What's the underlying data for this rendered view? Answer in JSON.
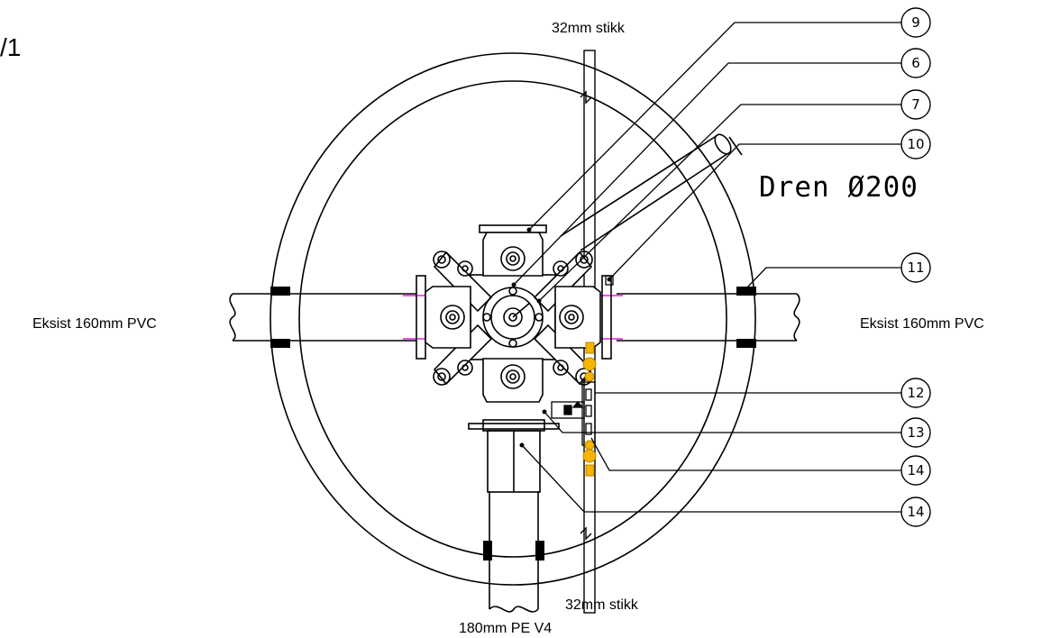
{
  "sheet_label": "/1",
  "labels": {
    "top_stub": "32mm stikk",
    "bottom_stub": "32mm stikk",
    "left_pipe": "Eksist 160mm PVC",
    "right_pipe": "Eksist 160mm PVC",
    "bottom_pipe": "180mm PE V4",
    "drain": "Dren Ø200"
  },
  "callouts": [
    "9",
    "6",
    "7",
    "10",
    "11",
    "12",
    "13",
    "14",
    "14"
  ],
  "colors": {
    "line": "#000000",
    "valve": "#f5b400",
    "seal": "#e020e0"
  }
}
